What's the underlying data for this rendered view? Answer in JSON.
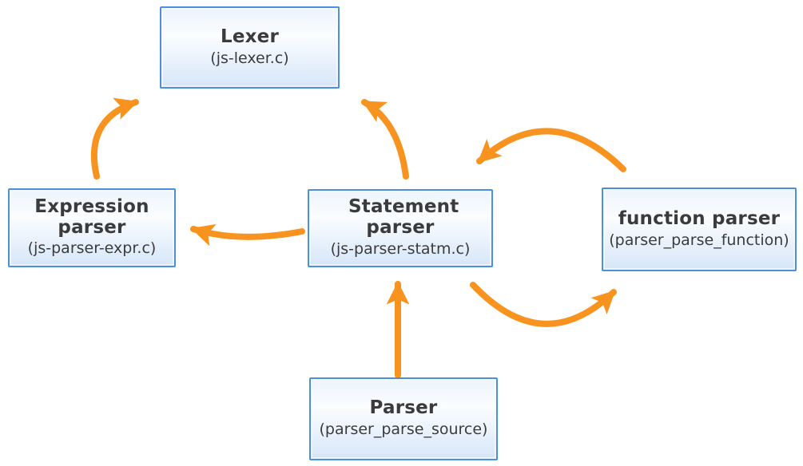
{
  "diagram": {
    "type": "flow-diagram",
    "colors": {
      "arrow": "#f7931e",
      "node_border": "#4a90dc",
      "node_fill_top": "#ecf4fc",
      "node_fill_mid": "#fbfdff",
      "node_fill_bottom": "#d6e6f8",
      "text": "#3b3b3b"
    },
    "nodes": {
      "lexer": {
        "title": "Lexer",
        "subtitle": "(js-lexer.c)"
      },
      "expression_parser": {
        "title": "Expression parser",
        "subtitle": "(js-parser-expr.c)"
      },
      "statement_parser": {
        "title": "Statement parser",
        "subtitle": "(js-parser-statm.c)"
      },
      "function_parser": {
        "title": "function parser",
        "subtitle": "(parser_parse_function)"
      },
      "parser": {
        "title": "Parser",
        "subtitle": "(parser_parse_source)"
      }
    },
    "edges": [
      {
        "from": "expression_parser",
        "to": "lexer"
      },
      {
        "from": "statement_parser",
        "to": "lexer"
      },
      {
        "from": "statement_parser",
        "to": "expression_parser"
      },
      {
        "from": "function_parser",
        "to": "statement_parser"
      },
      {
        "from": "statement_parser",
        "to": "function_parser"
      },
      {
        "from": "parser",
        "to": "statement_parser"
      }
    ]
  }
}
